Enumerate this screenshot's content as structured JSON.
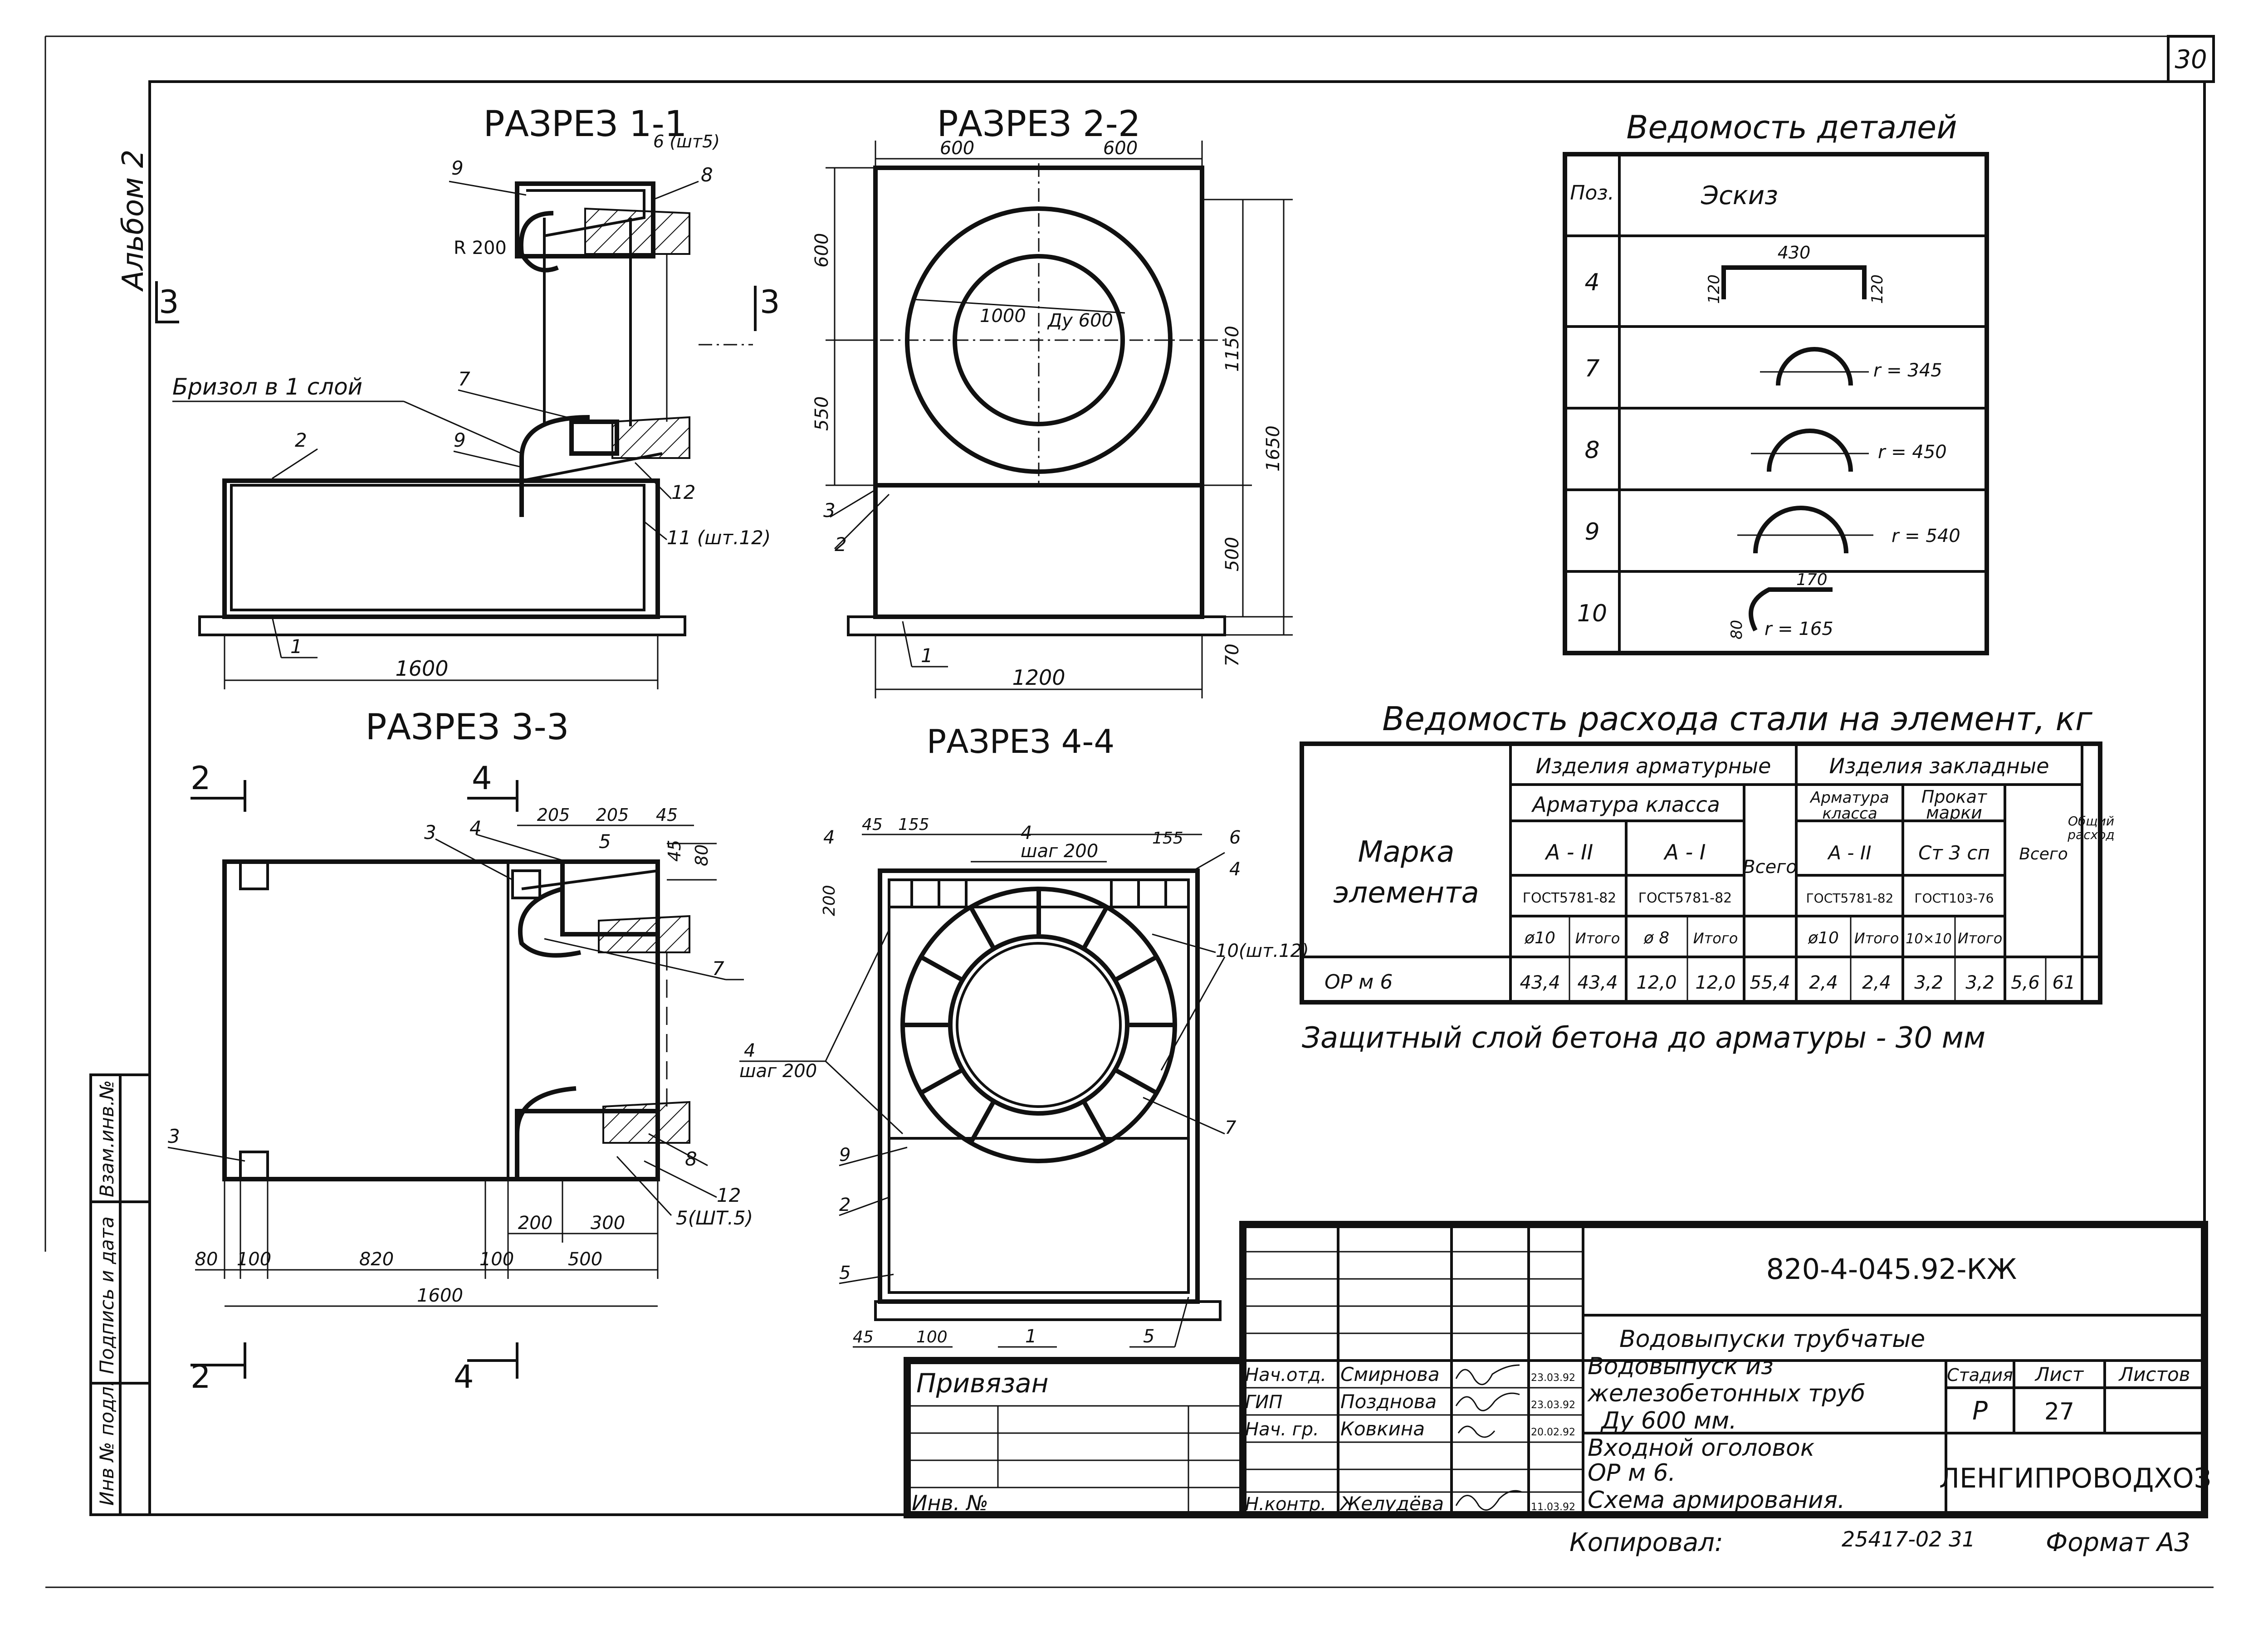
{
  "page_number": "30",
  "album_label": "Альбом 2",
  "section_1": {
    "title": "РАЗРЕЗ 1-1",
    "note_bars": "6 (шт5)",
    "radius": "R 200",
    "brizol": "Бризол в 1 слой",
    "width_dim": "1600",
    "pos_labels": [
      "9",
      "8",
      "7",
      "9",
      "2",
      "12",
      "11 (шт.12)",
      "1"
    ],
    "cut_mark": "3"
  },
  "section_2": {
    "title": "РАЗРЕЗ 2-2",
    "dims_top": [
      "600",
      "600"
    ],
    "dims_left": [
      "600",
      "550"
    ],
    "dims_right": [
      "1150",
      "1650",
      "500",
      "70"
    ],
    "inner_dia": "Ду 600",
    "outer_dia": "1000",
    "width_dim": "1200",
    "pos_labels": [
      "3",
      "2",
      "1"
    ]
  },
  "section_3": {
    "title": "РАЗРЕЗ 3-3",
    "dims_top": [
      "205",
      "205",
      "45",
      "45",
      "80"
    ],
    "dims_bottom": [
      "80",
      "100",
      "820",
      "100",
      "500",
      "200",
      "300"
    ],
    "total_width": "1600",
    "pos_labels": [
      "3",
      "4",
      "5",
      "7",
      "3",
      "8",
      "12",
      "5(ШТ.5)"
    ],
    "cut_marks": [
      "2",
      "4",
      "2",
      "4"
    ]
  },
  "section_4": {
    "title": "РАЗРЕЗ 4-4",
    "dims": [
      "45",
      "155",
      "155",
      "200",
      "45",
      "100"
    ],
    "step_top": "шаг 200",
    "step_left": "шаг 200",
    "pos_labels": [
      "4",
      "4",
      "6",
      "4",
      "10(шт.12)",
      "4",
      "7",
      "9",
      "2",
      "5",
      "1",
      "5"
    ]
  },
  "details_table": {
    "title": "Ведомость деталей",
    "header_pos": "Поз.",
    "header_sketch": "Эскиз",
    "rows": [
      {
        "pos": "4",
        "sketch": "430",
        "dim2": "120",
        "dim3": "120"
      },
      {
        "pos": "7",
        "sketch": "r = 345"
      },
      {
        "pos": "8",
        "sketch": "r = 450"
      },
      {
        "pos": "9",
        "sketch": "r = 540"
      },
      {
        "pos": "10",
        "sketch": "r = 165",
        "dim2": "170",
        "dim3": "80"
      }
    ]
  },
  "steel_table": {
    "title": "Ведомость расхода стали на элемент, кг",
    "h_mark": [
      "Марка",
      "элемента"
    ],
    "h_reinf": "Изделия арматурные",
    "h_embed": "Изделия закладные",
    "h_total": [
      "Общий",
      "расход"
    ],
    "h_rebar_class": "Арматура класса",
    "h_a2": "А - II",
    "h_a1": "А - I",
    "h_all": "Всего",
    "h_rebar_class2": [
      "Арматура",
      "класса"
    ],
    "h_a2b": "А - II",
    "h_rolled": [
      "Прокат",
      "марки"
    ],
    "h_st3": "Ст 3 сп",
    "h_all2": "Всего",
    "h_gost1": "ГОСТ5781-82",
    "h_gost2": "ГОСТ5781-82",
    "h_gost3": "ГОСТ5781-82",
    "h_gost4": "ГОСТ103-76",
    "h_d10": "ø10",
    "h_itogo1": "Итого",
    "h_d8": "ø 8",
    "h_itogo2": "Итого",
    "h_d10b": "ø10",
    "h_itogo3": "Итого",
    "h_strip": "10×10",
    "h_itogo4": "Итого",
    "row": [
      "ОР м 6",
      "43,4",
      "43,4",
      "12,0",
      "12,0",
      "55,4",
      "2,4",
      "2,4",
      "3,2",
      "3,2",
      "5,6",
      "61"
    ]
  },
  "cover_note": "Защитный  слой  бетона  до  арматуры - 30 мм",
  "title_block": {
    "code": "820-4-045.92-КЖ",
    "series": "Водовыпуски  трубчатые",
    "doc_title": [
      "Водовыпуск  из",
      "железобетонных труб",
      "Ду 600 мм."
    ],
    "sheet_title": [
      "Входной  оголовок",
      "ОР м 6.",
      "Схема  армирования."
    ],
    "stage_h": "Стадия",
    "sheet_h": "Лист",
    "sheets_h": "Листов",
    "stage": "Р",
    "sheet": "27",
    "org": "ЛЕНГИПРОВОДХОЗ",
    "privyazan": "Привязан",
    "inv_no": "Инв. №",
    "roles": [
      "Нач.отд.",
      "ГИП",
      "Нач. гр.",
      "Н.контр."
    ],
    "names": [
      "Смирнова",
      "Позднова",
      "Ковкина",
      "Желудёва"
    ],
    "dates": [
      "23.03.92",
      "23.03.92",
      "20.02.92",
      "11.03.92"
    ],
    "copied": "Копировал:",
    "copy_no": "25417-02  31",
    "format": "Формат А3"
  },
  "side_stamp": [
    "Инв № подл.",
    "Подпись и дата",
    "Взам.инв.№"
  ]
}
